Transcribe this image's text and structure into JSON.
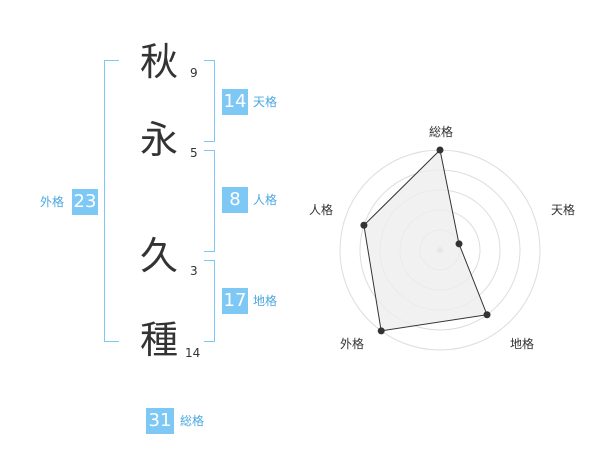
{
  "name": {
    "characters": [
      {
        "char": "秋",
        "strokes": "9"
      },
      {
        "char": "永",
        "strokes": "5"
      },
      {
        "char": "久",
        "strokes": "3"
      },
      {
        "char": "種",
        "strokes": "14"
      }
    ]
  },
  "fortune": {
    "tenkaku": {
      "label": "天格",
      "value": "14"
    },
    "jinkaku": {
      "label": "人格",
      "value": "8"
    },
    "chikaku": {
      "label": "地格",
      "value": "17"
    },
    "gaikaku": {
      "label": "外格",
      "value": "23"
    },
    "soukaku": {
      "label": "総格",
      "value": "31"
    }
  },
  "colors": {
    "accent": "#7ec8f5",
    "accent_text": "#4aa8e0",
    "text": "#333333",
    "grid": "#dddddd",
    "fill": "#eeeeee"
  },
  "radar": {
    "axes": [
      "総格",
      "天格",
      "地格",
      "外格",
      "人格"
    ],
    "levels": 5,
    "values": [
      5,
      1,
      4,
      5,
      4
    ]
  }
}
